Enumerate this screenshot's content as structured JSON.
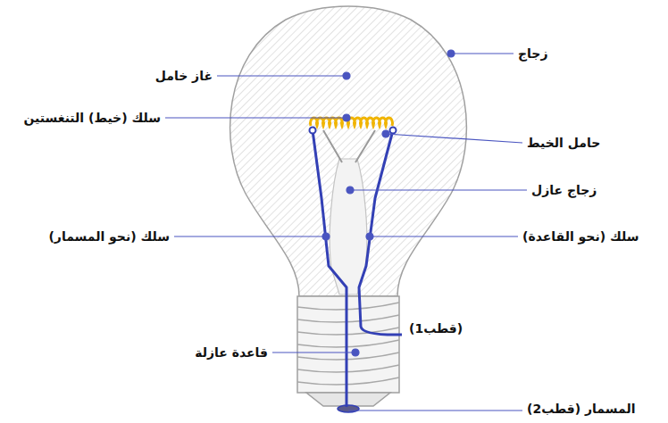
{
  "diagram": {
    "labels": [
      "غاز خامل",
      "زجاج",
      "سلك (خيط) التنغستين",
      "حامل الخيط",
      "زجاج عازل",
      "سلك (نحو المسمار)",
      "سلك (نحو القاعدة)",
      "(قطب1)",
      "قاعدة عازلة",
      "المسمار (قطب2)"
    ]
  }
}
